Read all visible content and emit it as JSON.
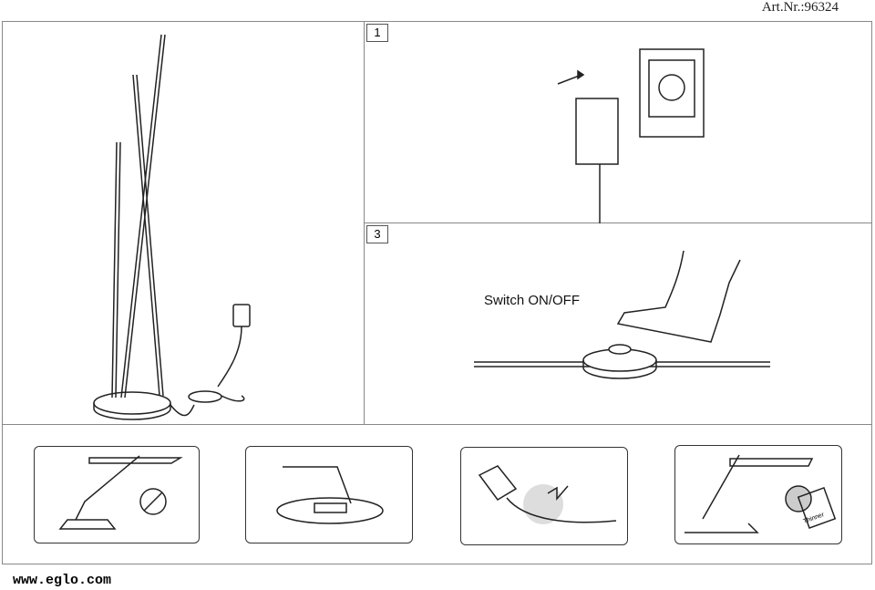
{
  "header": {
    "article_number": "Art.Nr.:96324"
  },
  "steps": [
    {
      "number": "1"
    },
    {
      "number": "3"
    }
  ],
  "step3": {
    "label": "Switch ON/OFF"
  },
  "warnings": {
    "tag_text": "Thinner"
  },
  "footer": {
    "url": "www.eglo.com"
  }
}
